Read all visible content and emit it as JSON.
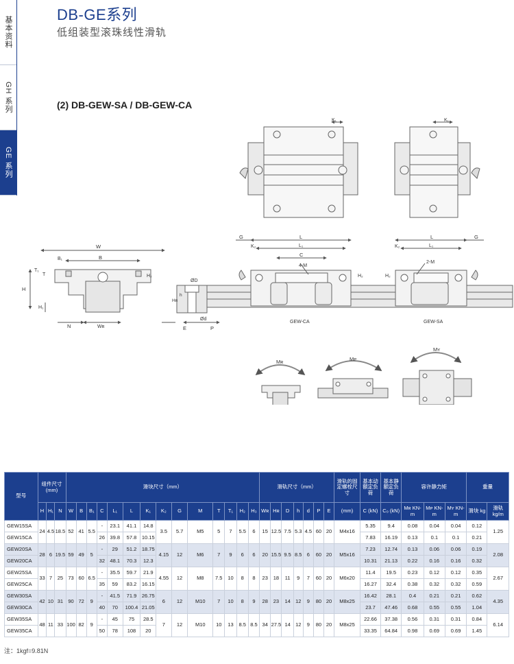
{
  "sidebar": {
    "tabs": [
      {
        "label": "基本资料",
        "active": false
      },
      {
        "label": "GH 系列",
        "active": false
      },
      {
        "label": "GE 系列",
        "active": true
      }
    ]
  },
  "header": {
    "title": "DB-GE系列",
    "subtitle": "低组装型滚珠线性滑轨"
  },
  "section": {
    "title": "(2) DB-GEW-SA / DB-GEW-CA"
  },
  "drawing": {
    "top_view_labels": {
      "k1_a": "K₁",
      "k1_b": "K₁"
    },
    "front_view_labels": {
      "w": "W",
      "b": "B",
      "b1": "B₁",
      "t": "T",
      "t1": "T₁",
      "h": "H",
      "h1": "H₁",
      "h2": "H₂",
      "n": "N",
      "wr": "Wʀ",
      "od": "ØD",
      "h_small": "h",
      "hr": "Hʀ",
      "od_small": "Ød",
      "e": "E",
      "p": "P"
    },
    "side_view_labels": {
      "g_left": "G",
      "g_right": "G",
      "k2_left": "K₂",
      "k2_right": "K₂",
      "l_left": "L",
      "l1_left": "L₁",
      "l_right": "L",
      "l1_right": "L₁",
      "c": "C",
      "four_m": "4-M",
      "two_m": "2-M",
      "h2_left": "H₂",
      "h2_right": "H₂",
      "gew_ca": "GEW-CA",
      "gew_sa": "GEW-SA"
    },
    "moment_labels": {
      "mr": "Mʀ",
      "mp": "Mᴘ",
      "my": "Mʏ"
    }
  },
  "table": {
    "head1": {
      "model": "型号",
      "assembly": "组件尺寸 (mm)",
      "block": "滑块尺寸（mm）",
      "rail": "滑轨尺寸（mm）",
      "bolt": "滑轨的固定螺栓尺寸",
      "dynamic": "基本动额定负荷",
      "static": "基本静额定负荷",
      "moment": "容许静力矩",
      "weight": "重量"
    },
    "head2": {
      "H": "H",
      "H1": "H₁",
      "N": "N",
      "W": "W",
      "B": "B",
      "B1": "B₁",
      "C": "C",
      "L1": "L₁",
      "L": "L",
      "K1": "K₁",
      "K2": "K₂",
      "G": "G",
      "M": "M",
      "T": "T",
      "T1": "T₁",
      "H2": "H₂",
      "H3": "H₃",
      "WR": "Wʀ",
      "HR": "Hʀ",
      "D": "D",
      "h": "h",
      "d": "d",
      "P": "P",
      "E": "E",
      "bolt_unit": "(mm)",
      "C_kN": "C (kN)",
      "C0_kN": "C₀ (kN)",
      "MR": "Mʀ KN-m",
      "MP": "Mᴘ KN-m",
      "MY": "Mʏ KN-m",
      "block_kg": "滑块 kg",
      "rail_kgm": "滑轨 kg/m"
    },
    "groups": [
      {
        "shared": {
          "H": "24",
          "H1": "4.5",
          "N": "18.5",
          "W": "52",
          "B": "41",
          "B1": "5.5",
          "K2": "3.5",
          "G": "5.7",
          "M": "M5",
          "T": "5",
          "T1": "7",
          "H2": "5.5",
          "H3": "6",
          "WR": "15",
          "HR": "12.5",
          "D": "7.5",
          "h": "5.3",
          "d": "4.5",
          "P": "60",
          "E": "20",
          "bolt": "M4x16",
          "rail_kg": "1.25"
        },
        "rows": [
          {
            "model": "GEW15SA",
            "C": "-",
            "L1": "23.1",
            "L": "41.1",
            "K1": "14.8",
            "Cdyn": "5.35",
            "C0": "9.4",
            "MR": "0.08",
            "MP": "0.04",
            "MY": "0.04",
            "block_kg": "0.12"
          },
          {
            "model": "GEW15CA",
            "C": "26",
            "L1": "39.8",
            "L": "57.8",
            "K1": "10.15",
            "Cdyn": "7.83",
            "C0": "16.19",
            "MR": "0.13",
            "MP": "0.1",
            "MY": "0.1",
            "block_kg": "0.21"
          }
        ]
      },
      {
        "shared": {
          "H": "28",
          "H1": "6",
          "N": "19.5",
          "W": "59",
          "B": "49",
          "B1": "5",
          "K2": "4.15",
          "G": "12",
          "M": "M6",
          "T": "7",
          "T1": "9",
          "H2": "6",
          "H3": "6",
          "WR": "20",
          "HR": "15.5",
          "D": "9.5",
          "h": "8.5",
          "d": "6",
          "P": "60",
          "E": "20",
          "bolt": "M5x16",
          "rail_kg": "2.08"
        },
        "rows": [
          {
            "model": "GEW20SA",
            "C": "-",
            "L1": "29",
            "L": "51.2",
            "K1": "18.75",
            "Cdyn": "7.23",
            "C0": "12.74",
            "MR": "0.13",
            "MP": "0.06",
            "MY": "0.06",
            "block_kg": "0.19"
          },
          {
            "model": "GEW20CA",
            "C": "32",
            "L1": "48.1",
            "L": "70.3",
            "K1": "12.3",
            "Cdyn": "10.31",
            "C0": "21.13",
            "MR": "0.22",
            "MP": "0.16",
            "MY": "0.16",
            "block_kg": "0.32"
          }
        ]
      },
      {
        "shared": {
          "H": "33",
          "H1": "7",
          "N": "25",
          "W": "73",
          "B": "60",
          "B1": "6.5",
          "K2": "4.55",
          "G": "12",
          "M": "M8",
          "T": "7.5",
          "T1": "10",
          "H2": "8",
          "H3": "8",
          "WR": "23",
          "HR": "18",
          "D": "11",
          "h": "9",
          "d": "7",
          "P": "60",
          "E": "20",
          "bolt": "M6x20",
          "rail_kg": "2.67"
        },
        "rows": [
          {
            "model": "GEW25SA",
            "C": "-",
            "L1": "35.5",
            "L": "59.7",
            "K1": "21.9",
            "Cdyn": "11.4",
            "C0": "19.5",
            "MR": "0.23",
            "MP": "0.12",
            "MY": "0.12",
            "block_kg": "0.35"
          },
          {
            "model": "GEW25CA",
            "C": "35",
            "L1": "59",
            "L": "83.2",
            "K1": "16.15",
            "Cdyn": "16.27",
            "C0": "32.4",
            "MR": "0.38",
            "MP": "0.32",
            "MY": "0.32",
            "block_kg": "0.59"
          }
        ]
      },
      {
        "shared": {
          "H": "42",
          "H1": "10",
          "N": "31",
          "W": "90",
          "B": "72",
          "B1": "9",
          "K2": "6",
          "G": "12",
          "M": "M10",
          "T": "7",
          "T1": "10",
          "H2": "8",
          "H3": "9",
          "WR": "28",
          "HR": "23",
          "D": "14",
          "h": "12",
          "d": "9",
          "P": "80",
          "E": "20",
          "bolt": "M8x25",
          "rail_kg": "4.35"
        },
        "rows": [
          {
            "model": "GEW30SA",
            "C": "-",
            "L1": "41.5",
            "L": "71.9",
            "K1": "26.75",
            "Cdyn": "16.42",
            "C0": "28.1",
            "MR": "0.4",
            "MP": "0.21",
            "MY": "0.21",
            "block_kg": "0.62"
          },
          {
            "model": "GEW30CA",
            "C": "40",
            "L1": "70",
            "L": "100.4",
            "K1": "21.05",
            "Cdyn": "23.7",
            "C0": "47.46",
            "MR": "0.68",
            "MP": "0.55",
            "MY": "0.55",
            "block_kg": "1.04"
          }
        ]
      },
      {
        "shared": {
          "H": "48",
          "H1": "11",
          "N": "33",
          "W": "100",
          "B": "82",
          "B1": "9",
          "K2": "7",
          "G": "12",
          "M": "M10",
          "T": "10",
          "T1": "13",
          "H2": "8.5",
          "H3": "8.5",
          "WR": "34",
          "HR": "27.5",
          "D": "14",
          "h": "12",
          "d": "9",
          "P": "80",
          "E": "20",
          "bolt": "M8x25",
          "rail_kg": "6.14"
        },
        "rows": [
          {
            "model": "GEW35SA",
            "C": "-",
            "L1": "45",
            "L": "75",
            "K1": "28.5",
            "Cdyn": "22.66",
            "C0": "37.38",
            "MR": "0.56",
            "MP": "0.31",
            "MY": "0.31",
            "block_kg": "0.84"
          },
          {
            "model": "GEW35CA",
            "C": "50",
            "L1": "78",
            "L": "108",
            "K1": "20",
            "Cdyn": "33.35",
            "C0": "64.84",
            "MR": "0.98",
            "MP": "0.69",
            "MY": "0.69",
            "block_kg": "1.45"
          }
        ]
      }
    ]
  },
  "note": "注：1kgf=9.81N",
  "colors": {
    "brand": "#1c3f8e",
    "row_shade": "#dde3ef",
    "line": "#555555"
  }
}
